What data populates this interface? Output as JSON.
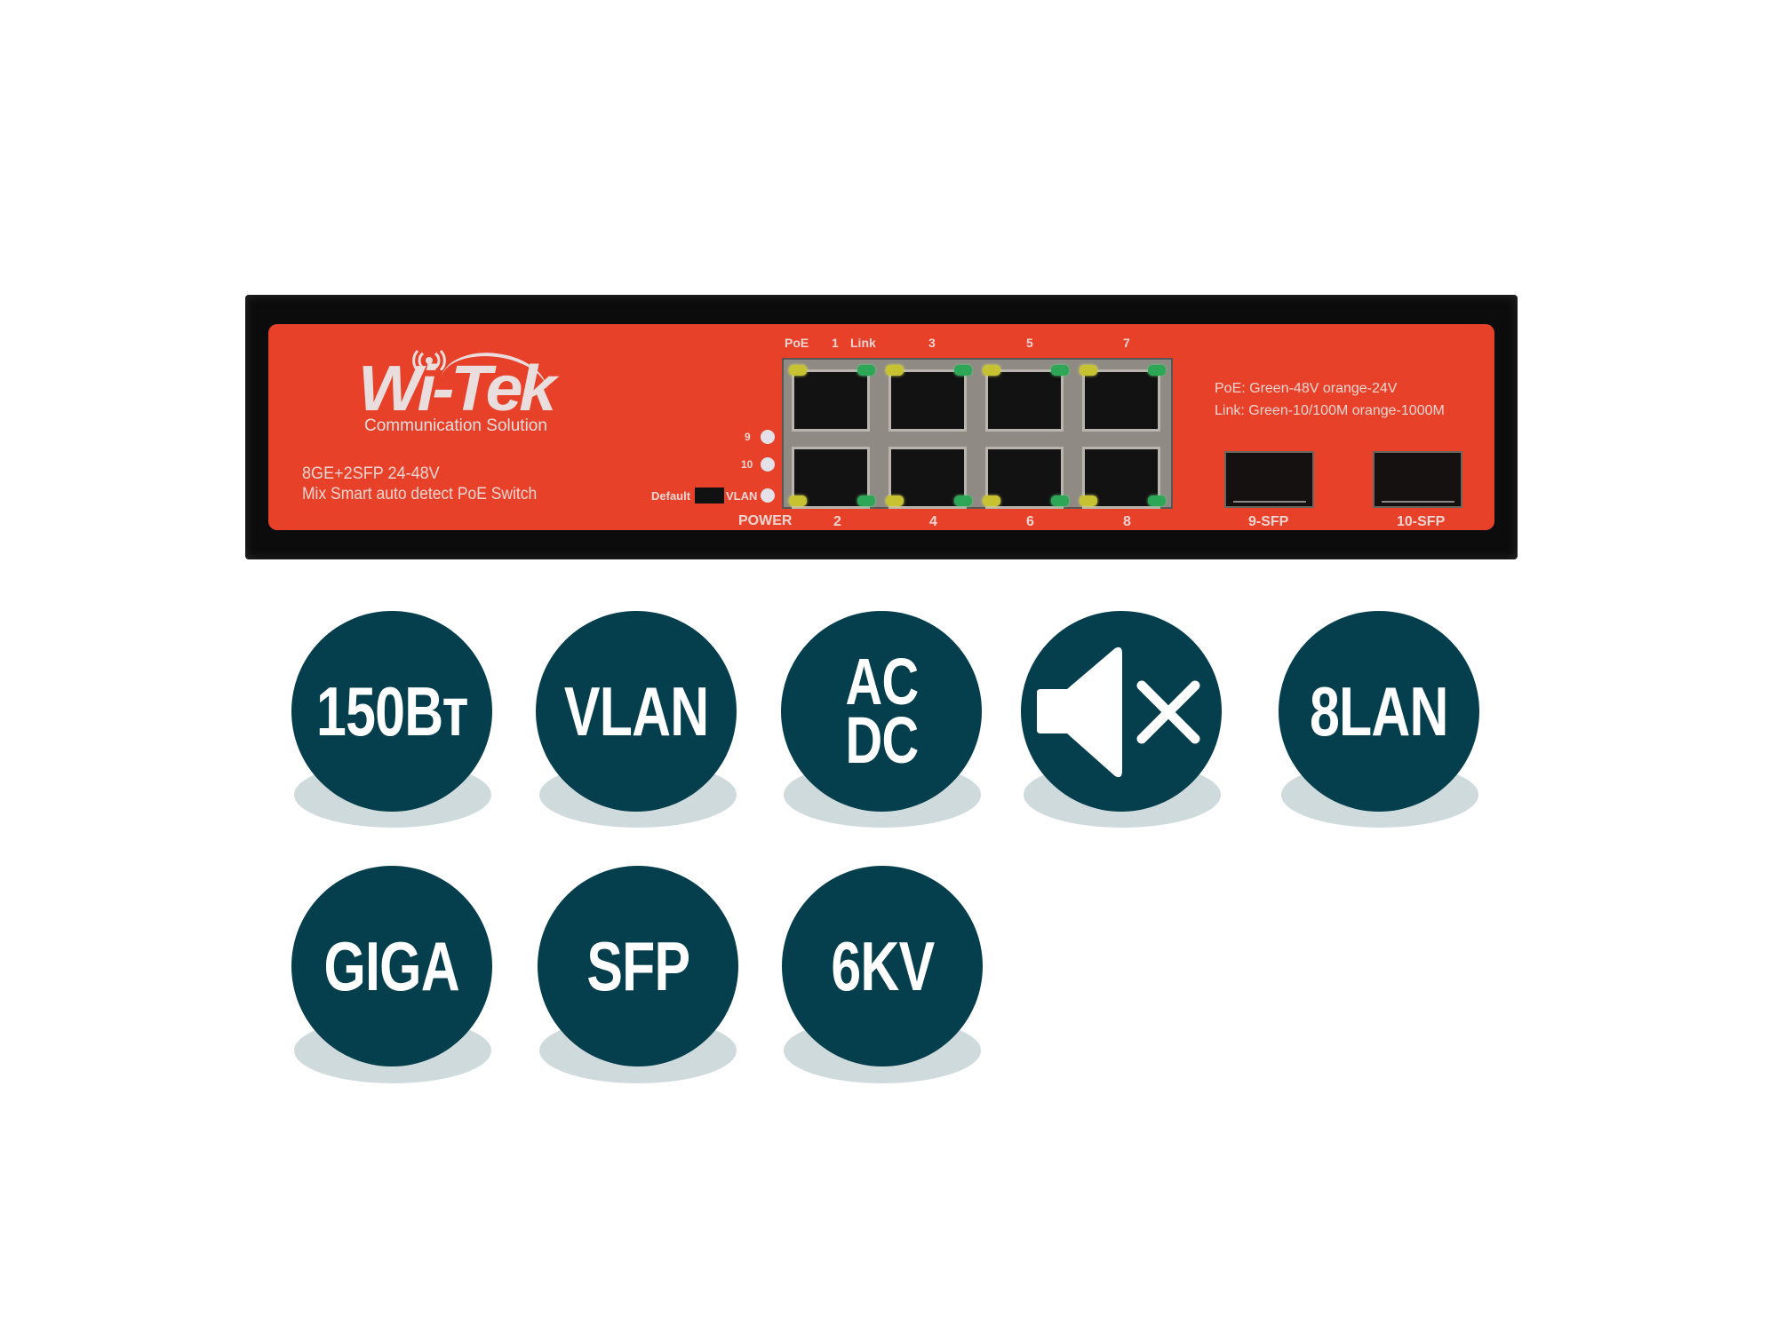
{
  "product": {
    "brand": "Wi-Tek",
    "brand_tagline": "Communication Solution",
    "model": "8GE+2SFP 24-48V",
    "description": "Mix Smart auto detect PoE Switch",
    "colors": {
      "panel_orange": "#e8412a",
      "body_black": "#0c0c0c",
      "badge_teal": "#053f4d",
      "badge_shadow": "#cfdadc",
      "led_yellow": "#c6c232",
      "led_green": "#2da655"
    }
  },
  "front_panel": {
    "status_leds": [
      {
        "label": "9"
      },
      {
        "label": "10"
      },
      {
        "label": "VLAN"
      }
    ],
    "dip_switch": {
      "left_label": "Default",
      "right_label": "VLAN"
    },
    "power_label": "POWER",
    "top_port_labels": {
      "poe": "PoE",
      "link": "Link",
      "ports": [
        "1",
        "3",
        "5",
        "7"
      ]
    },
    "bottom_port_labels": [
      "2",
      "4",
      "6",
      "8"
    ],
    "legend": {
      "poe": "PoE: Green-48V orange-24V",
      "link": "Link: Green-10/100M  orange-1000M"
    },
    "sfp_ports": [
      {
        "label": "9-SFP"
      },
      {
        "label": "10-SFP"
      }
    ]
  },
  "features": [
    {
      "id": "power",
      "label": "150Вт"
    },
    {
      "id": "vlan",
      "label": "VLAN"
    },
    {
      "id": "acdc",
      "label": "AC\nDC"
    },
    {
      "id": "silent",
      "label": "",
      "icon": "mute-speaker-icon"
    },
    {
      "id": "lan",
      "label": "8LAN"
    },
    {
      "id": "giga",
      "label": "GIGA"
    },
    {
      "id": "sfp",
      "label": "SFP"
    },
    {
      "id": "surge",
      "label": "6KV"
    }
  ]
}
